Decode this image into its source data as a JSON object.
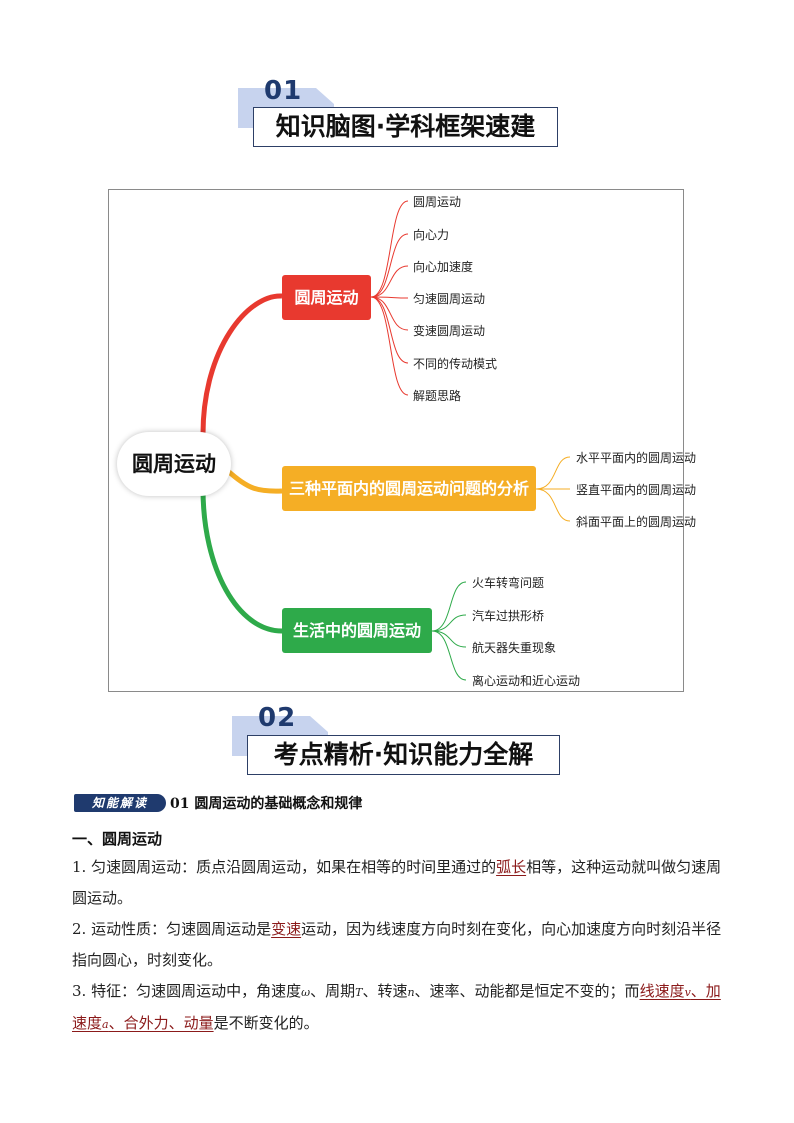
{
  "section1": {
    "num": "01",
    "title": "知识脑图·学科框架速建"
  },
  "section2": {
    "num": "02",
    "title": "考点精析·知识能力全解"
  },
  "mindmap": {
    "root": "圆周运动",
    "branches": [
      {
        "label": "圆周运动",
        "color": "#e8392f",
        "leaves": [
          "圆周运动",
          "向心力",
          "向心加速度",
          "匀速圆周运动",
          "变速圆周运动",
          "不同的传动模式",
          "解题思路"
        ]
      },
      {
        "label": "三种平面内的圆周运动问题的分析",
        "color": "#f5ae25",
        "leaves": [
          "水平平面内的圆周运动",
          "竖直平面内的圆周运动",
          "斜面平面上的圆周运动"
        ]
      },
      {
        "label": "生活中的圆周运动",
        "color": "#2eaa4a",
        "leaves": [
          "火车转弯问题",
          "汽车过拱形桥",
          "航天器失重现象",
          "离心运动和近心运动"
        ]
      }
    ]
  },
  "badge": "知能解读",
  "subsection": "01  圆周运动的基础概念和规律",
  "heading1": "一、圆周运动",
  "p1": {
    "a": "1. 匀速圆周运动：质点沿圆周运动，如果在相等的时间里通过的",
    "u": "弧长",
    "b": "相等，这种运动就叫做匀速周圆运动。"
  },
  "p2": {
    "a": "2. 运动性质：匀速圆周运动是",
    "u": "变速",
    "b": "运动，因为线速度方向时刻在变化，向心加速度方向时刻沿半径指向圆心，时刻变化。"
  },
  "p3": {
    "a": "3. 特征：匀速圆周运动中，角速度",
    "v1": "ω",
    "b": "、周期",
    "v2": "T",
    "c": "、转速",
    "v3": "n",
    "d": "、速率、动能都是恒定不变的；而",
    "u1": "线速度",
    "v4": "v",
    "u2": "、加速度",
    "v5": "a",
    "u3": "、合外力、动量",
    "e": "是不断变化的。"
  }
}
